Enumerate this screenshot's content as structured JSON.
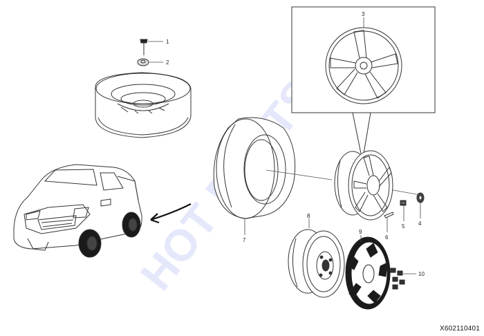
{
  "watermark": {
    "text": "HOT PARTS",
    "color": "#e3e6fb"
  },
  "drawing_code": "X602110401",
  "callouts": [
    {
      "number": "1",
      "part": "bolt"
    },
    {
      "number": "2",
      "part": "washer"
    },
    {
      "number": "3",
      "part": "alloy-wheel-detail"
    },
    {
      "number": "4",
      "part": "center-cap"
    },
    {
      "number": "5",
      "part": "nut"
    },
    {
      "number": "6",
      "part": "valve"
    },
    {
      "number": "7",
      "part": "tire"
    },
    {
      "number": "8",
      "part": "steel-wheel"
    },
    {
      "number": "9",
      "part": "wheel-cover"
    },
    {
      "number": "10",
      "part": "wheel-nuts"
    }
  ],
  "colors": {
    "line": "#333333",
    "dark": "#1a1a1a",
    "arrow": "#111111"
  }
}
